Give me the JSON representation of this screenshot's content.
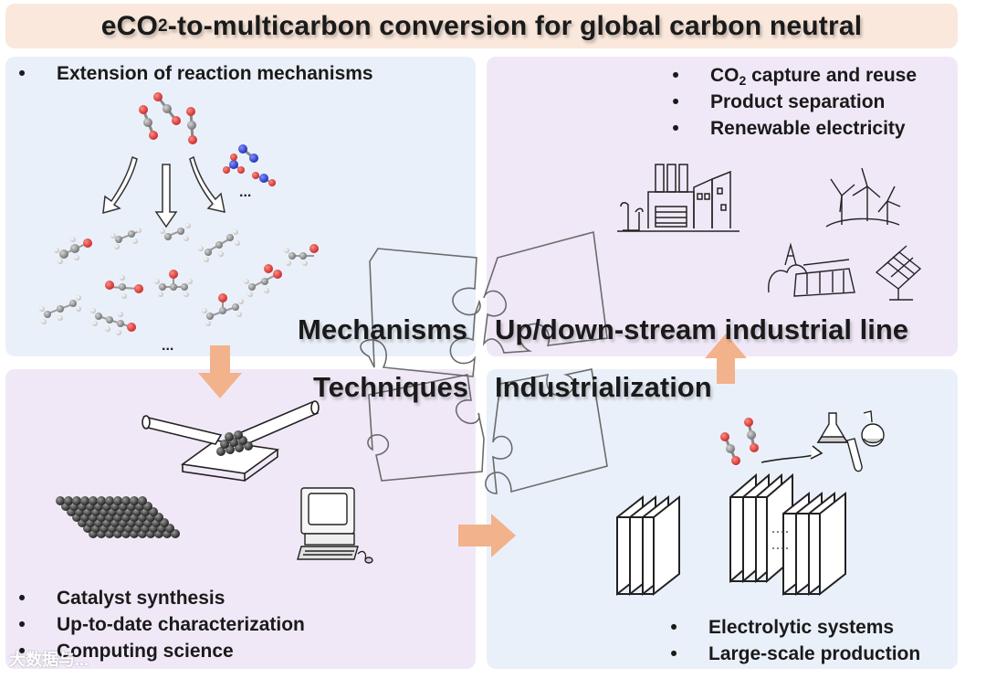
{
  "title": {
    "prefix": "eCO",
    "sub": "2",
    "suffix": "-to-multicarbon conversion for global carbon neutral"
  },
  "top_left": {
    "bullets": [
      {
        "bullet": "•",
        "text": "Extension of reaction mechanisms"
      }
    ],
    "ellipsis_small": "...",
    "ellipsis_bottom": "..."
  },
  "top_right": {
    "bullets": [
      {
        "bullet": "•",
        "prefix": "CO",
        "sub": "2",
        "suffix": " capture and reuse"
      },
      {
        "bullet": "•",
        "text": "Product separation"
      },
      {
        "bullet": "•",
        "text": "Renewable electricity"
      }
    ]
  },
  "bottom_left": {
    "bullets": [
      {
        "bullet": "•",
        "text": "Catalyst synthesis"
      },
      {
        "bullet": "•",
        "text": "Up-to-date characterization"
      },
      {
        "bullet": "•",
        "text": "Computing science"
      }
    ]
  },
  "bottom_right": {
    "bullets": [
      {
        "bullet": "•",
        "text": "Electrolytic systems"
      },
      {
        "bullet": "•",
        "text": "Large-scale production"
      }
    ]
  },
  "puzzle_labels": {
    "mechanisms": "Mechanisms",
    "upstream": "Up/down-stream industrial line",
    "techniques": "Techniques",
    "industrialization": "Industrialization"
  },
  "watermark": "大数据与...",
  "colors": {
    "panel_blue": "#eaf0f9",
    "panel_purple": "#f1e8f7",
    "banner": "#fbe8dc",
    "arrow": "#f2b28c",
    "oxygen": "#d9322c",
    "carbon": "#8c8c8c",
    "nitrogen": "#2b3fd6",
    "hydrogen": "#e6e6e6"
  }
}
